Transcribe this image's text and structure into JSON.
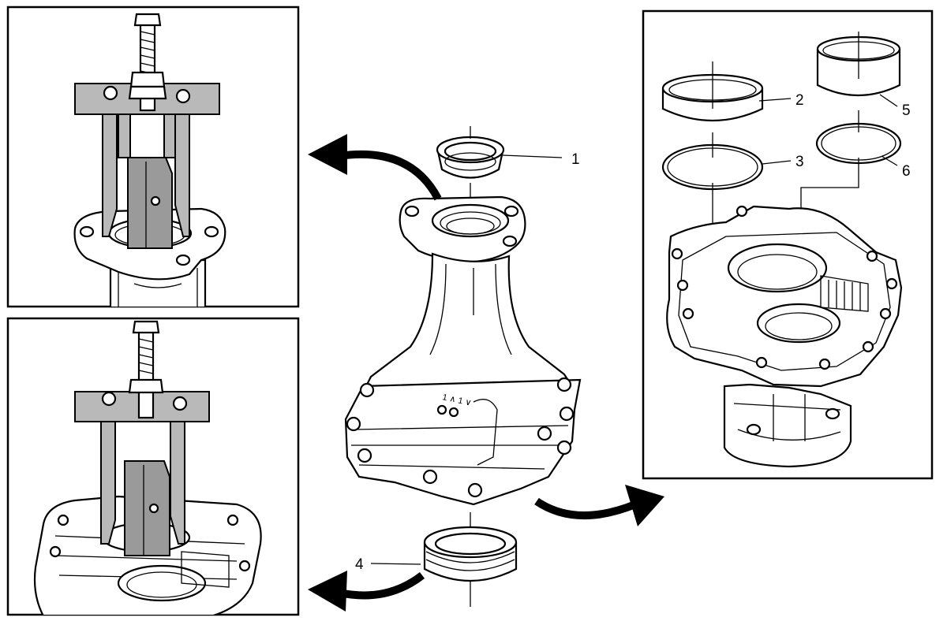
{
  "callouts": [
    {
      "id": "c1",
      "label": "1"
    },
    {
      "id": "c2",
      "label": "2"
    },
    {
      "id": "c3",
      "label": "3"
    },
    {
      "id": "c4",
      "label": "4"
    },
    {
      "id": "c5",
      "label": "5"
    },
    {
      "id": "c6",
      "label": "6"
    }
  ],
  "housing_marking": "1 ∧ 1 ∨"
}
